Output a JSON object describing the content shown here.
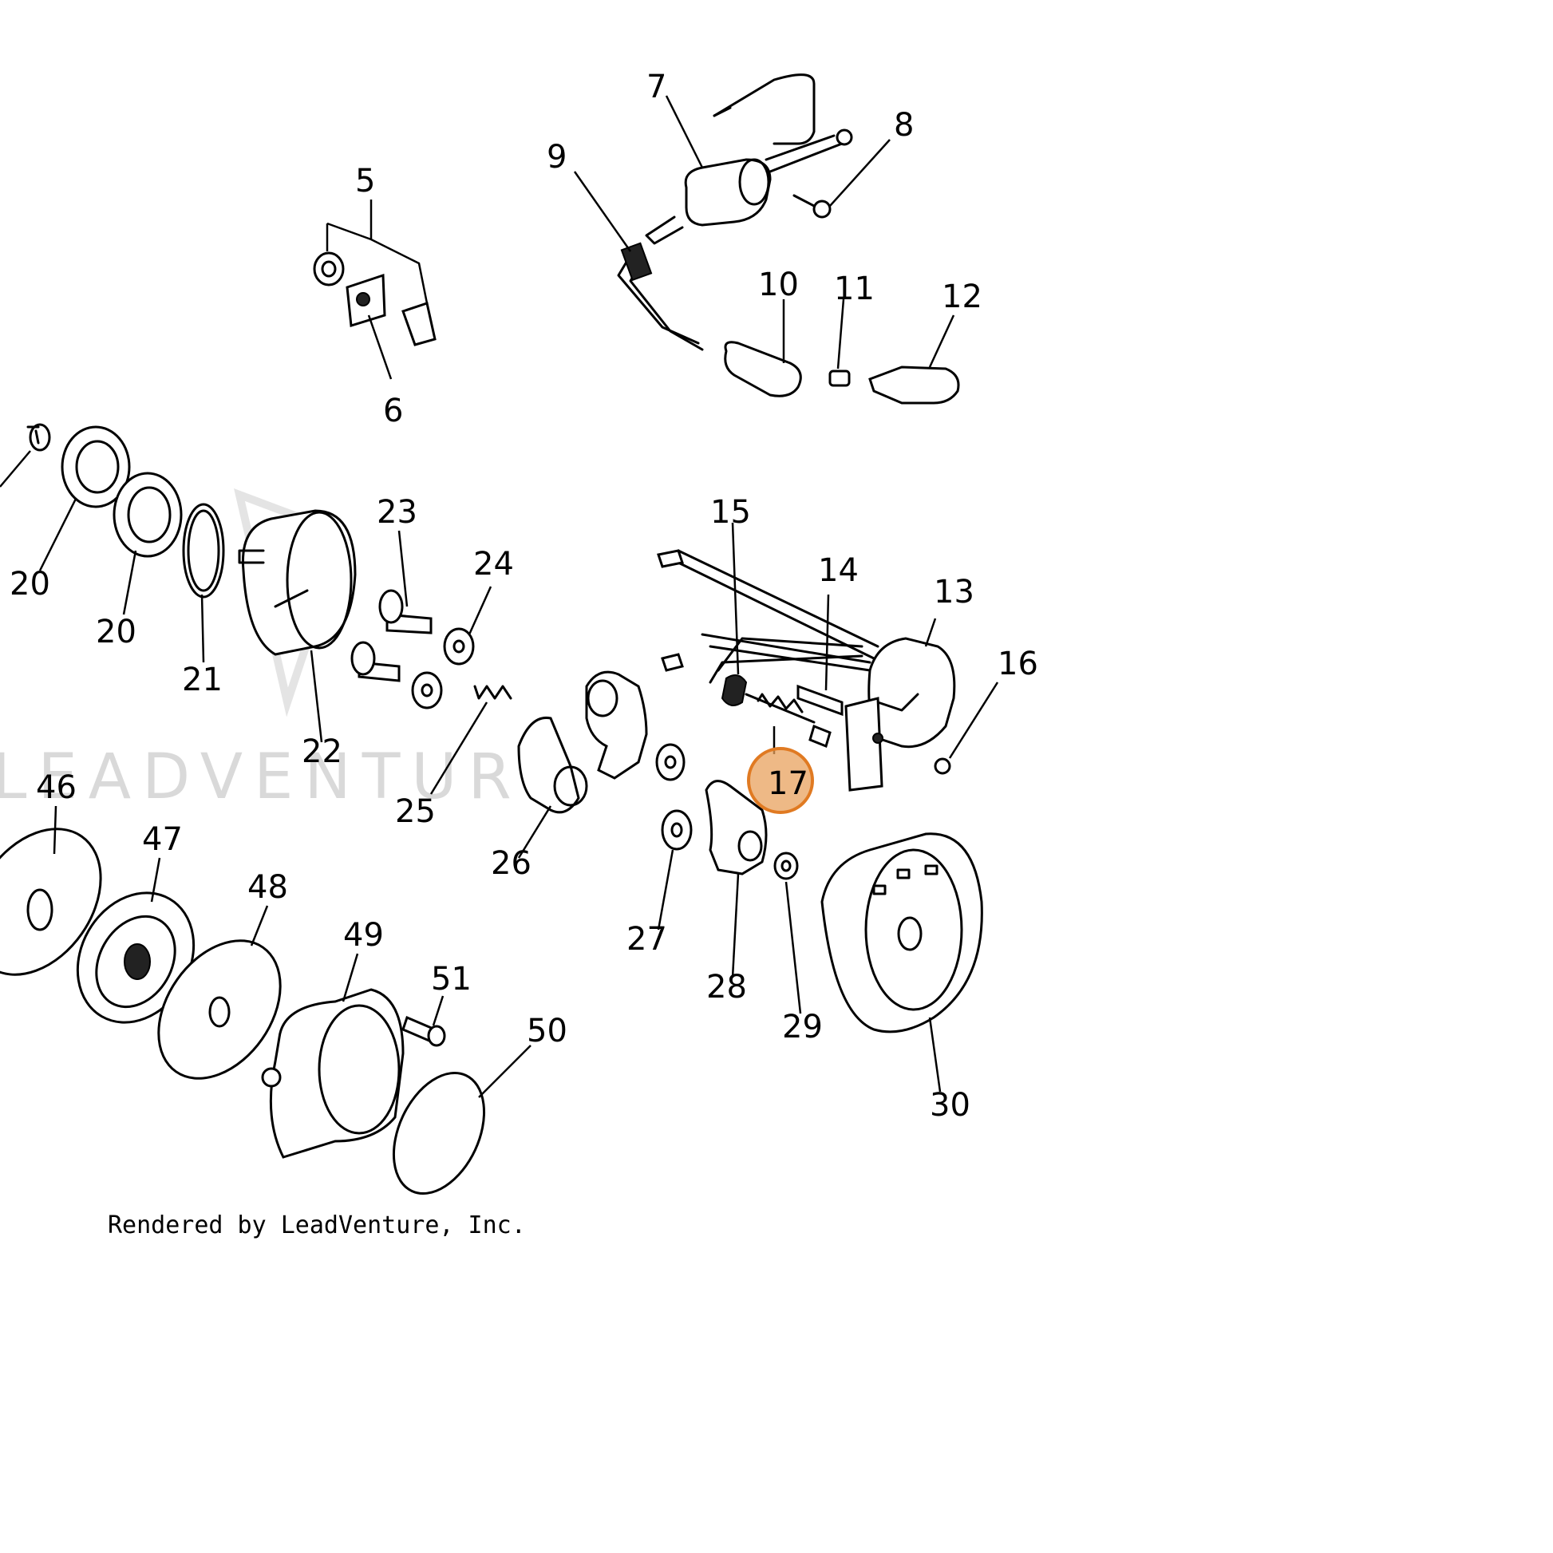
{
  "watermark": "LEADVENTURE",
  "credit": "Rendered by LeadVenture, Inc.",
  "highlight": {
    "part": "17",
    "color": "#e8a15d"
  },
  "callouts": {
    "p5": "5",
    "p6": "6",
    "p7": "7",
    "p8": "8",
    "p9": "9",
    "p10": "10",
    "p11": "11",
    "p12": "12",
    "p13": "13",
    "p14": "14",
    "p15": "15",
    "p16": "16",
    "p17": "17",
    "p20a": "20",
    "p20b": "20",
    "p21": "21",
    "p22": "22",
    "p23": "23",
    "p24": "24",
    "p25": "25",
    "p26": "26",
    "p27": "27",
    "p28": "28",
    "p29": "29",
    "p30": "30",
    "p46": "46",
    "p47": "47",
    "p48": "48",
    "p49": "49",
    "p50": "50",
    "p51": "51"
  }
}
